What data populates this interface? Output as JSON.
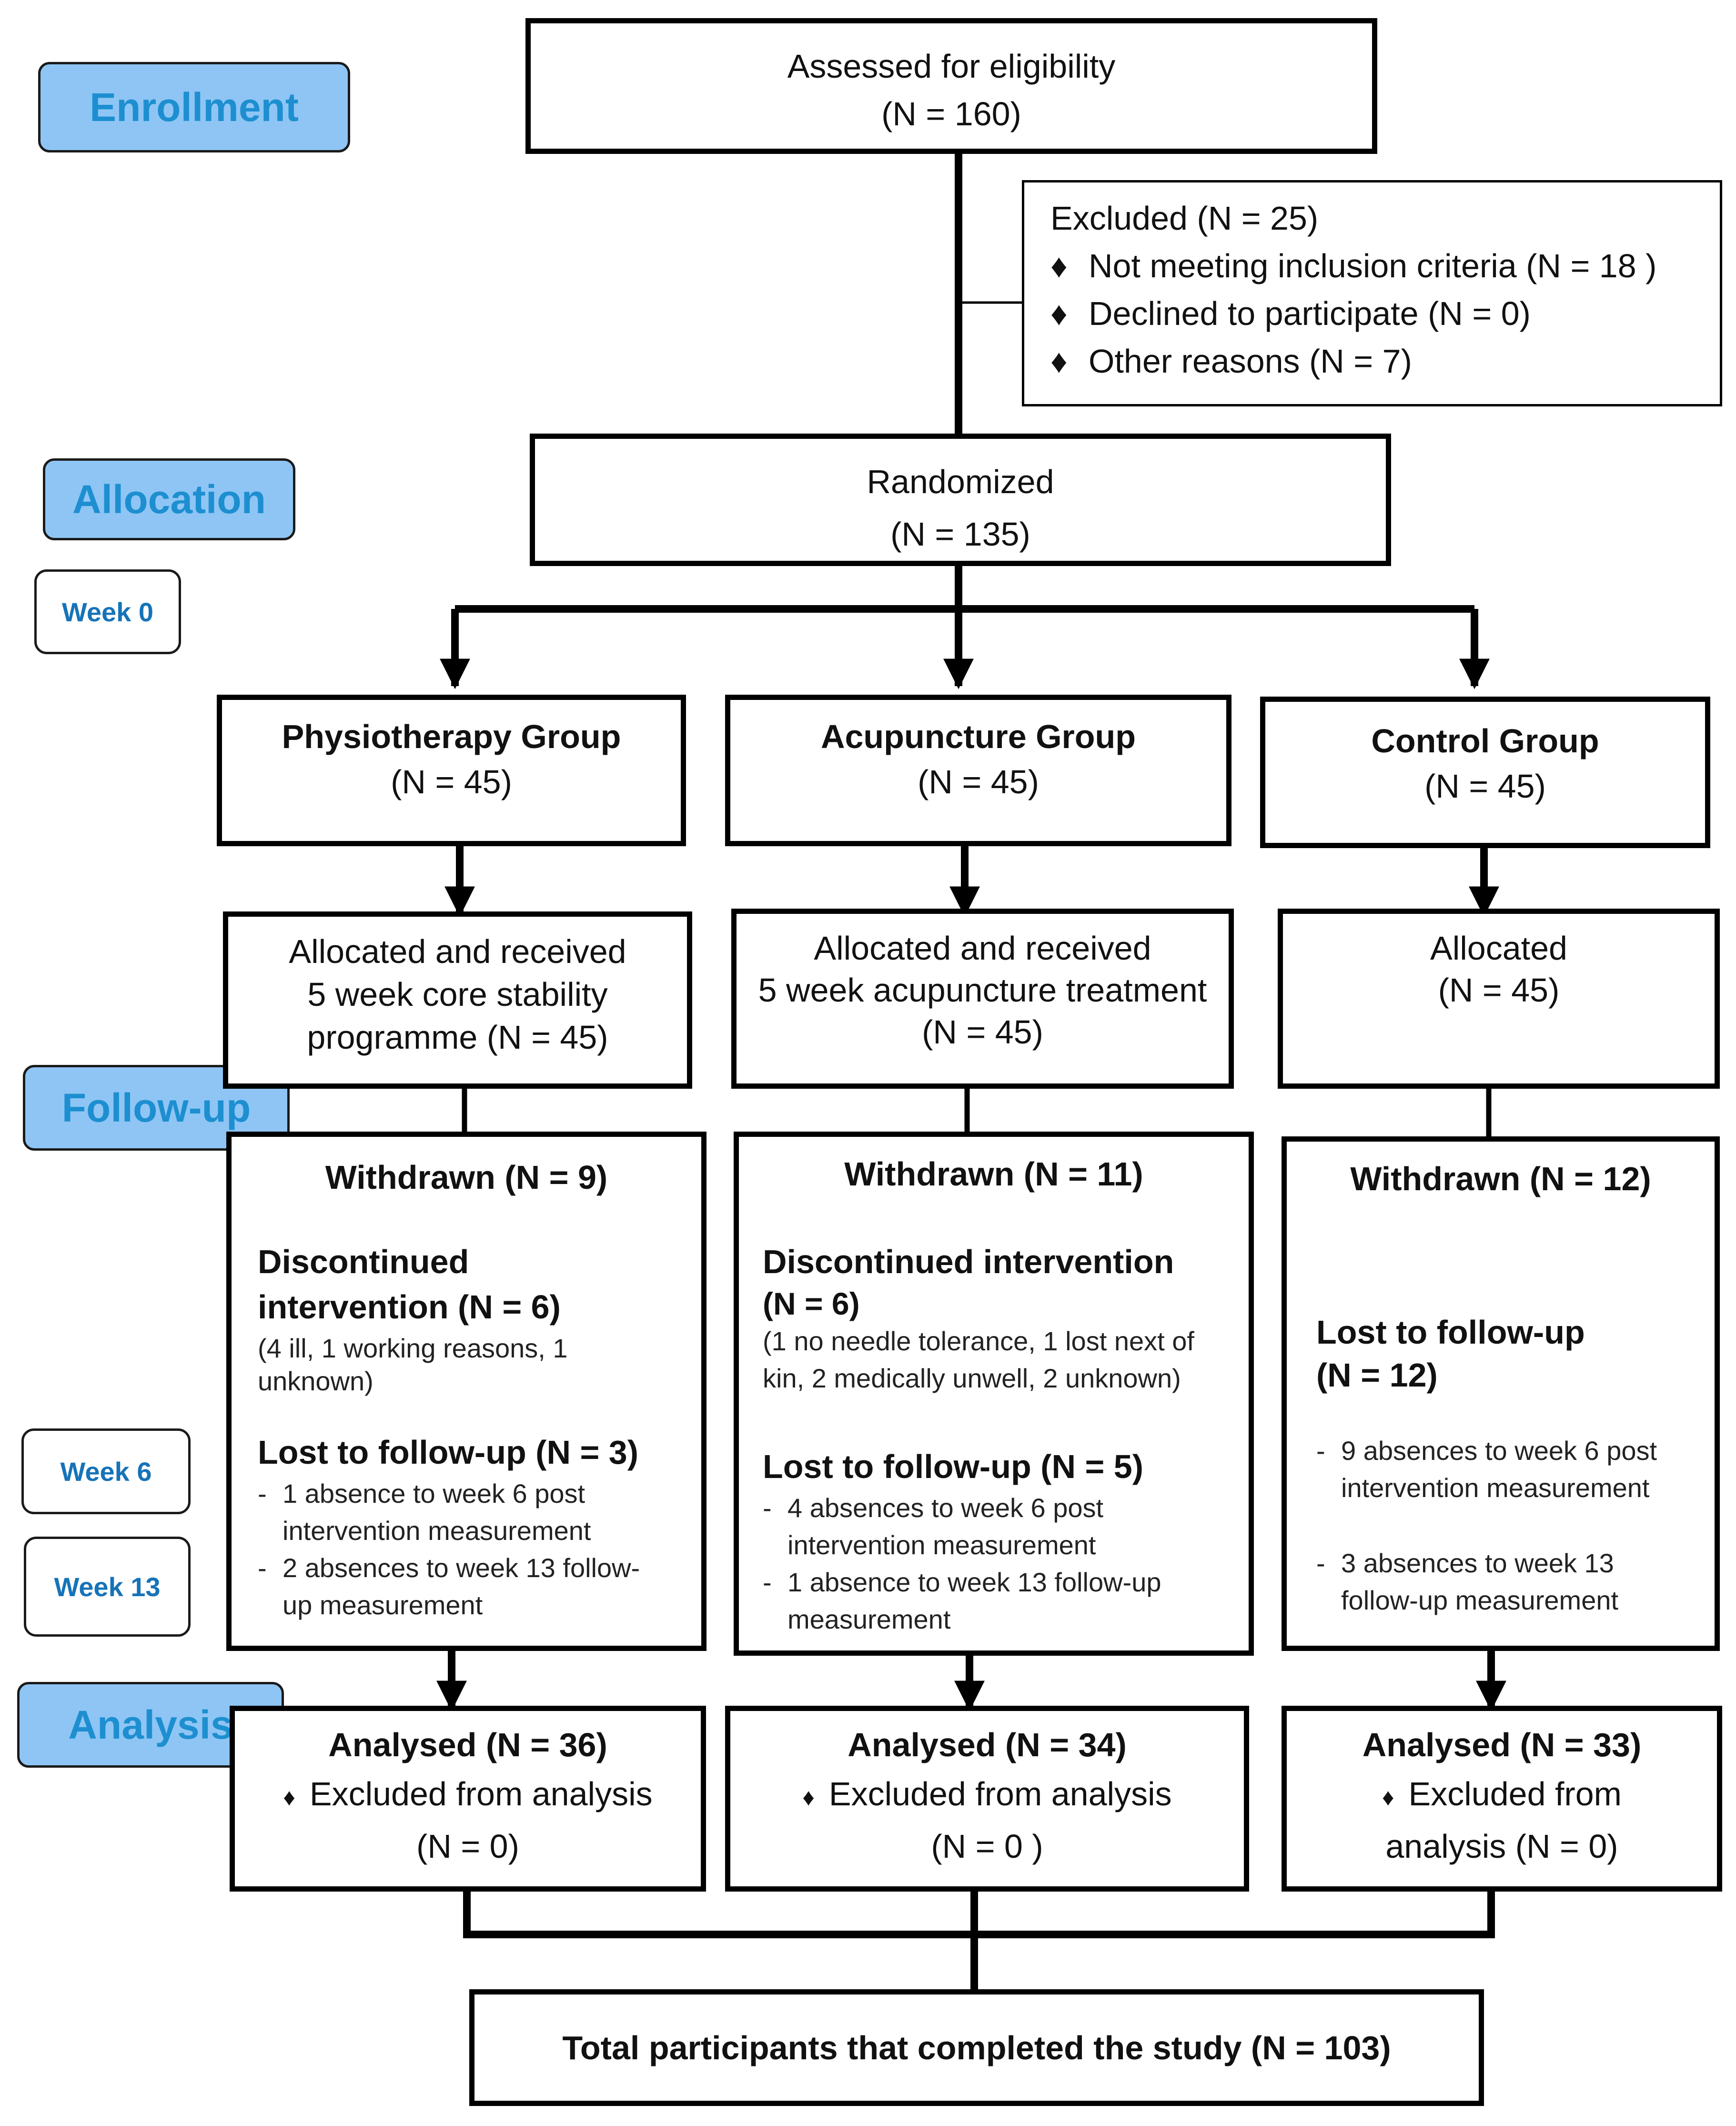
{
  "stages": {
    "enrollment": "Enrollment",
    "allocation": "Allocation",
    "follow_up": "Follow-up",
    "analysis": "Analysis"
  },
  "weeks": {
    "week0": "Week 0",
    "week6": "Week 6",
    "week13": "Week 13"
  },
  "assessed": {
    "title": "Assessed for eligibility",
    "n": "(N = 160)"
  },
  "excluded": {
    "title": "Excluded (N = 25)",
    "bullet_marker": "♦",
    "items": [
      "Not meeting inclusion criteria (N = 18  )",
      "Declined to participate (N = 0)",
      "Other reasons (N = 7)"
    ]
  },
  "randomized": {
    "title": "Randomized",
    "n": "(N = 135)"
  },
  "groups": {
    "physio": {
      "name": "Physiotherapy Group",
      "n": "(N = 45)",
      "allocated": [
        "Allocated and received",
        "5 week core stability",
        "programme (N = 45)"
      ],
      "withdrawn": "Withdrawn (N = 9)",
      "discontinued": [
        "Discontinued",
        "intervention (N = 6)"
      ],
      "discontinued_detail": [
        "(4 ill, 1 working reasons, 1",
        "unknown)"
      ],
      "lost": "Lost to follow-up (N = 3)",
      "lost_items": [
        [
          "1 absence to week 6 post",
          "intervention measurement"
        ],
        [
          "2 absences to week 13 follow-",
          "up measurement"
        ]
      ],
      "analysed": "Analysed (N = 36)",
      "excluded_analysis": "Excluded from analysis",
      "excluded_n": "(N = 0)"
    },
    "acu": {
      "name": "Acupuncture Group",
      "n": "(N = 45)",
      "allocated": [
        "Allocated and received",
        "5 week acupuncture treatment",
        "(N = 45)"
      ],
      "withdrawn": "Withdrawn (N = 11)",
      "discontinued": [
        "Discontinued intervention",
        "(N = 6)"
      ],
      "discontinued_detail": [
        "(1 no needle tolerance, 1 lost next of",
        "kin, 2 medically unwell, 2 unknown)"
      ],
      "lost": "Lost to follow-up (N = 5)",
      "lost_items": [
        [
          "4 absences to week 6 post",
          "intervention measurement"
        ],
        [
          "1 absence to week 13 follow-up",
          "measurement"
        ]
      ],
      "analysed": "Analysed (N = 34)",
      "excluded_analysis": "Excluded from analysis",
      "excluded_n": "(N = 0 )"
    },
    "control": {
      "name": "Control Group",
      "n": "(N = 45)",
      "allocated": [
        "Allocated",
        "(N = 45)"
      ],
      "withdrawn": "Withdrawn (N = 12)",
      "lost": [
        "Lost to follow-up",
        "(N = 12)"
      ],
      "lost_items": [
        [
          "9 absences to week 6 post",
          "intervention measurement"
        ],
        [
          "3 absences to week 13",
          "follow-up measurement"
        ]
      ],
      "analysed": "Analysed (N = 33)",
      "excluded_analysis": [
        "Excluded from",
        "analysis (N = 0)"
      ]
    }
  },
  "total": "Total participants that completed the study (N = 103)",
  "dash_marker": "-"
}
